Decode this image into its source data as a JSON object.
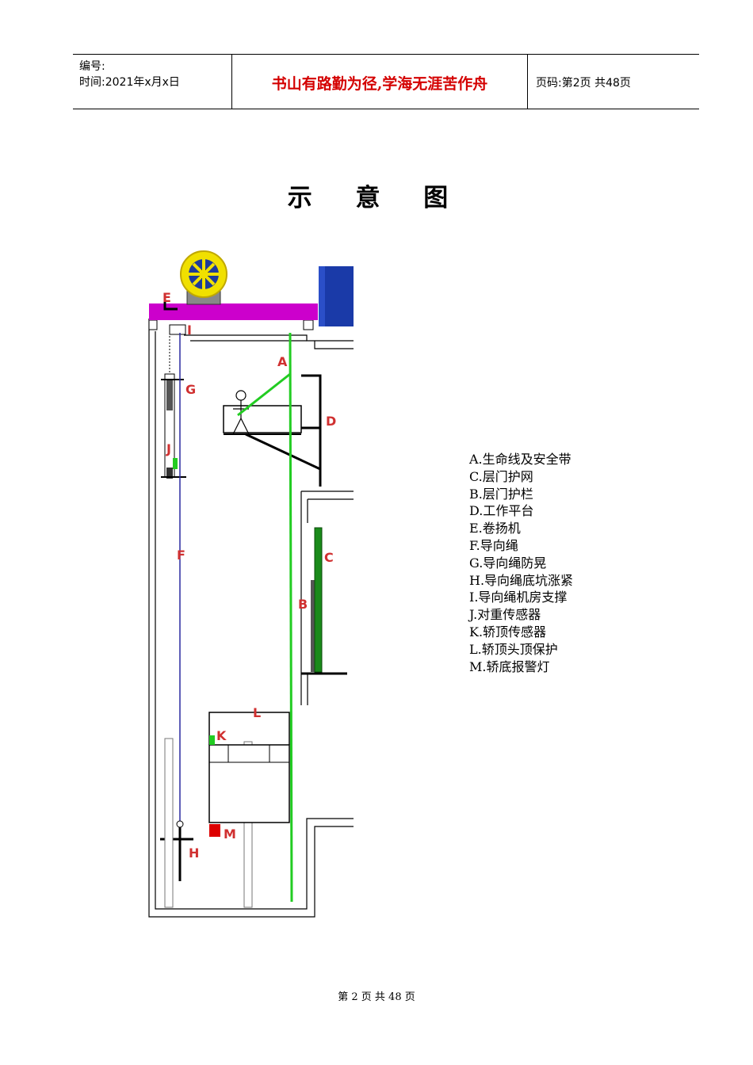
{
  "header": {
    "code_label": "编号:",
    "time_label": "时间:2021年x月x日",
    "motto": "书山有路勤为径,学海无涯苦作舟",
    "page_label": "页码:第2页 共48页"
  },
  "title": "示 意 图",
  "diagram_labels": {
    "A": "A",
    "B": "B",
    "C": "C",
    "D": "D",
    "E": "E",
    "F": "F",
    "G": "G",
    "H": "H",
    "I": "I",
    "J": "J",
    "K": "K",
    "L": "L",
    "M": "M"
  },
  "legend": [
    "A.生命线及安全带",
    "C.层门护网",
    "B.层门护栏",
    "D.工作平台",
    "E.卷扬机",
    "F.导向绳",
    "G.导向绳防晃",
    "H.导向绳底坑涨紧",
    "I.导向绳机房支撑",
    "J.对重传感器",
    "K.轿顶传感器",
    "L.轿顶头顶保护",
    "M.轿底报警灯"
  ],
  "footer": "第 2 页 共 48 页",
  "colors": {
    "label_red": "#d03030",
    "machine_beam": "#cc00cc",
    "lifeline_green": "#22cc22",
    "guide_rope_blue": "#2a2aa0",
    "cabinet_blue": "#1a3aa8",
    "sheave_yellow": "#f0e000",
    "net_green": "#1a8a1a",
    "alarm_red": "#dd0000"
  }
}
